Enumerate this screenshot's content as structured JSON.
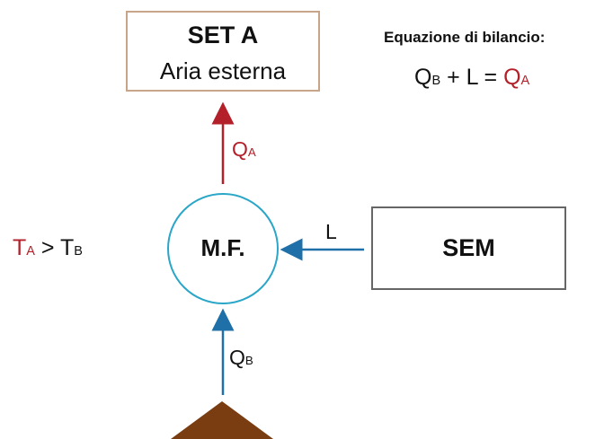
{
  "set_a": {
    "title": "SET A",
    "subtitle": "Aria esterna"
  },
  "equation": {
    "heading": "Equazione di bilancio:",
    "qb": "Q",
    "qb_sub": "B",
    "plus_l": " + L = ",
    "qa": "Q",
    "qa_sub": "A"
  },
  "mf": {
    "label": "M.F."
  },
  "sem": {
    "label": "SEM"
  },
  "temperature": {
    "ta": "T",
    "ta_sub": "A",
    "gt": " > ",
    "tb": "T",
    "tb_sub": "B"
  },
  "flows": {
    "qa": "Q",
    "qa_sub": "A",
    "l": "L",
    "qb": "Q",
    "qb_sub": "B"
  },
  "colors": {
    "red": "#b3202a",
    "blue": "#1f6fa8",
    "circle": "#2aa6c8",
    "ground": "#7a3d12",
    "set_border": "#c8a488"
  },
  "icons": {
    "arrow_up_red": "arrow-up-icon",
    "arrow_left_blue": "arrow-left-icon",
    "arrow_up_blue": "arrow-up-icon",
    "ground": "triangle-icon"
  }
}
